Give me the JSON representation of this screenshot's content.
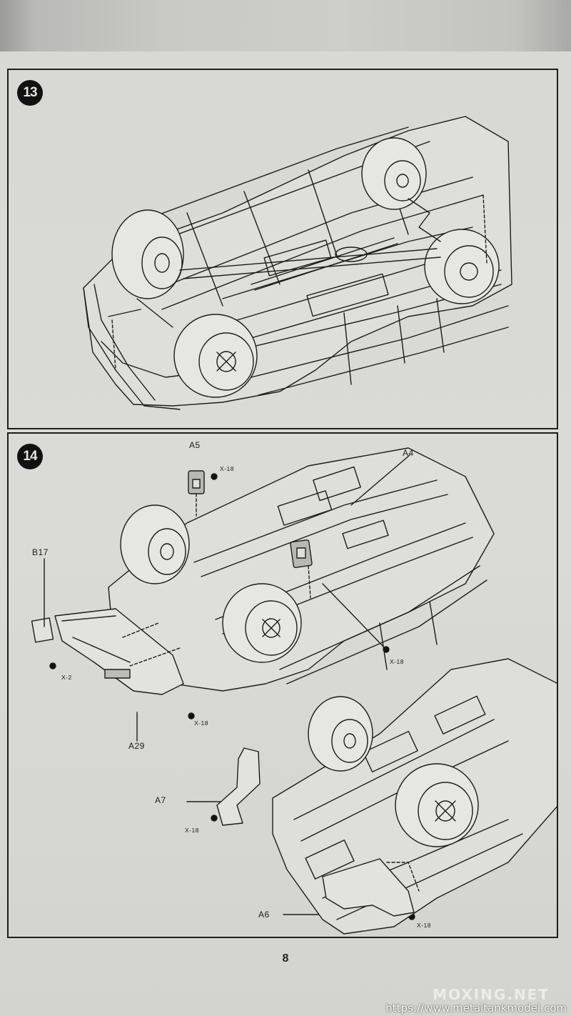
{
  "page": {
    "number": "8",
    "watermark": "MOXING.NET",
    "source_url": "https://www.metaltankmodel.com"
  },
  "step13": {
    "number": "13"
  },
  "step14": {
    "number": "14",
    "parts": {
      "a5": "A5",
      "a4": "A4",
      "b17": "B17",
      "a29": "A29",
      "a7": "A7",
      "a6": "A6"
    },
    "screws": {
      "a5": "X-18",
      "a4": "X-18",
      "b17": "X-2",
      "a29": "X-18",
      "a7": "X-18",
      "a6": "X-18"
    }
  }
}
